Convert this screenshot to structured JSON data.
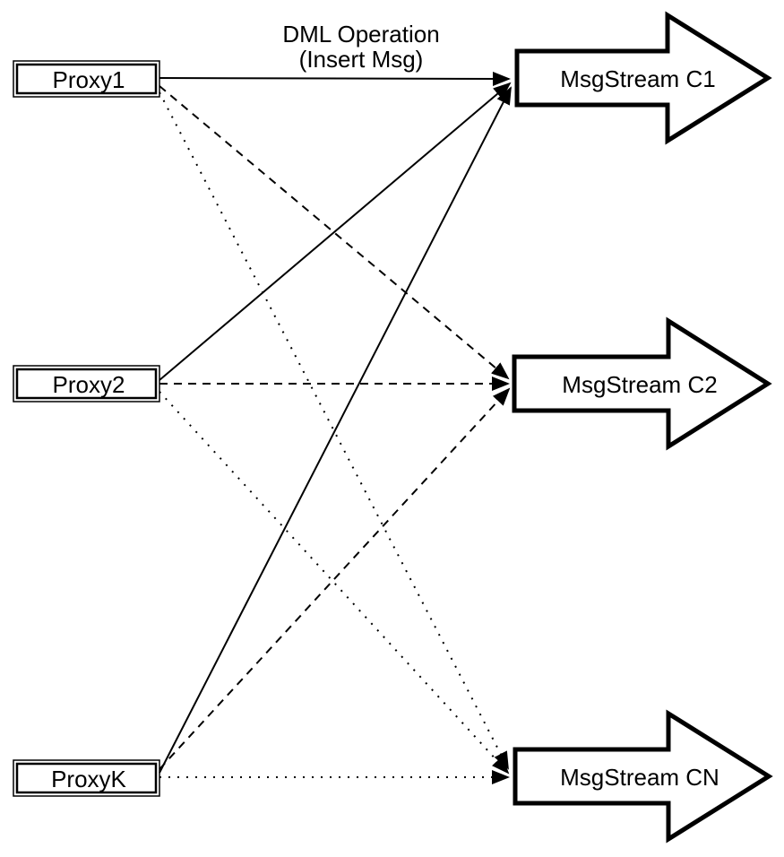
{
  "diagram": {
    "title_line1": "DML Operation",
    "title_line2": "(Insert Msg)",
    "proxies": [
      {
        "id": "proxy1",
        "label": "Proxy1"
      },
      {
        "id": "proxy2",
        "label": "Proxy2"
      },
      {
        "id": "proxyk",
        "label": "ProxyK"
      }
    ],
    "streams": [
      {
        "id": "c1",
        "label": "MsgStream C1"
      },
      {
        "id": "c2",
        "label": "MsgStream C2"
      },
      {
        "id": "cn",
        "label": "MsgStream CN"
      }
    ],
    "edges": [
      {
        "from": "Proxy1",
        "to": "MsgStream C1",
        "style": "solid"
      },
      {
        "from": "Proxy2",
        "to": "MsgStream C1",
        "style": "solid"
      },
      {
        "from": "ProxyK",
        "to": "MsgStream C1",
        "style": "solid"
      },
      {
        "from": "Proxy1",
        "to": "MsgStream C2",
        "style": "dashed"
      },
      {
        "from": "Proxy2",
        "to": "MsgStream C2",
        "style": "dashed"
      },
      {
        "from": "ProxyK",
        "to": "MsgStream C2",
        "style": "dashed"
      },
      {
        "from": "Proxy1",
        "to": "MsgStream CN",
        "style": "dotted"
      },
      {
        "from": "Proxy2",
        "to": "MsgStream CN",
        "style": "dotted"
      },
      {
        "from": "ProxyK",
        "to": "MsgStream CN",
        "style": "dotted"
      }
    ],
    "colors": {
      "stroke": "#000000",
      "fill": "#ffffff"
    }
  }
}
